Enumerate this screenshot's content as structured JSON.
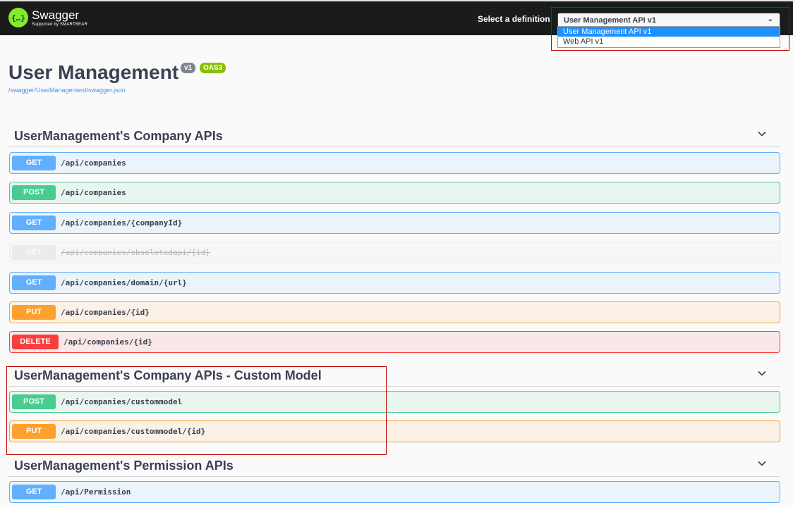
{
  "topbar": {
    "logo_name": "Swagger",
    "logo_sub": "Supported by SMARTBEAR",
    "logo_glyph": "{…}",
    "select_label": "Select a definition",
    "selected_definition": "User Management API v1",
    "chevron": "⌄",
    "options": [
      "User Management API v1",
      "Web API v1"
    ]
  },
  "info": {
    "title": "User Management",
    "version_badge": "v1",
    "oas_badge": "OAS3",
    "spec_url": "/swagger/UserManagement/swagger.json"
  },
  "tags": [
    {
      "name": "UserManagement's Company APIs",
      "operations": [
        {
          "method": "GET",
          "path": "/api/companies"
        },
        {
          "method": "POST",
          "path": "/api/companies"
        },
        {
          "method": "GET",
          "path": "/api/companies/{companyId}"
        },
        {
          "method": "GET",
          "path": "/api/companies/obsoletedapi/{id}",
          "deprecated": true
        },
        {
          "method": "GET",
          "path": "/api/companies/domain/{url}"
        },
        {
          "method": "PUT",
          "path": "/api/companies/{id}"
        },
        {
          "method": "DELETE",
          "path": "/api/companies/{id}"
        }
      ]
    },
    {
      "name": "UserManagement's Company APIs - Custom Model",
      "operations": [
        {
          "method": "POST",
          "path": "/api/companies/custommodel"
        },
        {
          "method": "PUT",
          "path": "/api/companies/custommodel/{id}"
        }
      ]
    },
    {
      "name": "UserManagement's Permission APIs",
      "operations": [
        {
          "method": "GET",
          "path": "/api/Permission"
        }
      ]
    }
  ],
  "colors": {
    "get": "#61affe",
    "post": "#49cc90",
    "put": "#fca130",
    "delete": "#f93e3e",
    "deprecated": "#ebebeb",
    "highlight_box": "#c00000"
  }
}
